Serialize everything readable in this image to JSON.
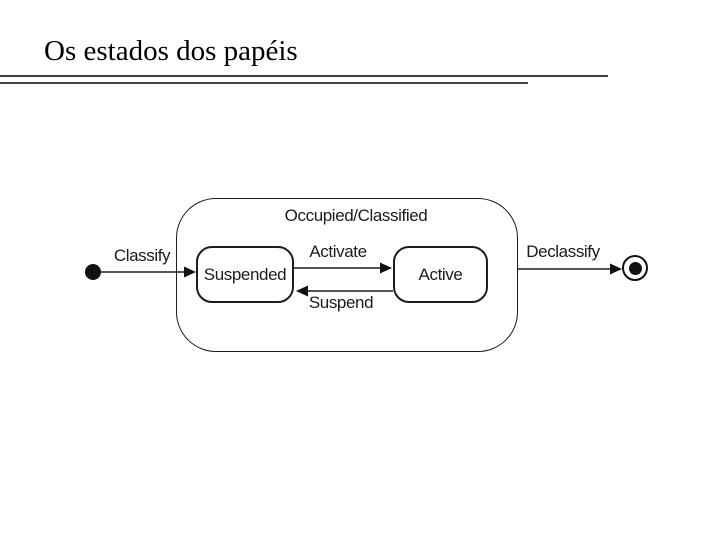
{
  "slide": {
    "title": "Os estados dos papéis",
    "background_color": "#ffffff",
    "divider_color": "#3f3f4a",
    "title_color": "#000000"
  },
  "diagram": {
    "type": "uml-state-diagram",
    "stroke_color": "#1c1c1c",
    "composite_state": {
      "label": "Occupied/Classified"
    },
    "states": [
      {
        "id": "suspended",
        "label": "Suspended"
      },
      {
        "id": "active",
        "label": "Active"
      }
    ],
    "transitions": [
      {
        "label": "Classify",
        "from": "initial",
        "to": "Suspended"
      },
      {
        "label": "Activate",
        "from": "Suspended",
        "to": "Active"
      },
      {
        "label": "Suspend",
        "from": "Active",
        "to": "Suspended"
      },
      {
        "label": "Declassify",
        "from": "Occupied/Classified",
        "to": "final"
      }
    ],
    "markers": {
      "initial": "initial-state",
      "final": "final-state"
    }
  }
}
